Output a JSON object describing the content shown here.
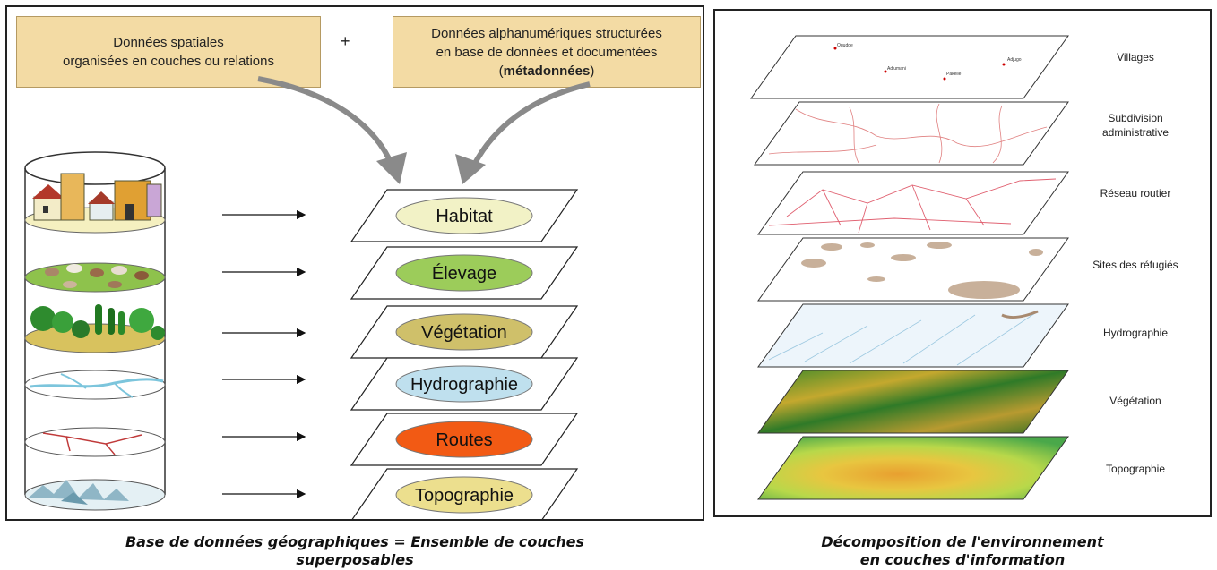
{
  "left": {
    "box_spatial": {
      "line1": "Données spatiales",
      "line2": "organisées en couches ou relations"
    },
    "plus": "+",
    "box_alpha": {
      "line1": "Données alphanumériques structurées",
      "line2": "en base de données et documentées",
      "line3_open": "(",
      "line3_bold": "métadonnées",
      "line3_close": ")"
    },
    "layers": [
      {
        "label": "Habitat",
        "color": "#f2f2c6"
      },
      {
        "label": "Élevage",
        "color": "#9ccc5a"
      },
      {
        "label": "Végétation",
        "color": "#cfc06a"
      },
      {
        "label": "Hydrographie",
        "color": "#bfe0ee"
      },
      {
        "label": "Routes",
        "color": "#f25a14"
      },
      {
        "label": "Topographie",
        "color": "#ecdf8e"
      }
    ],
    "caption_line1": "Base de données géographiques = Ensemble de couches",
    "caption_line2": "superposables"
  },
  "right": {
    "layers": [
      {
        "label_line1": "Villages",
        "label_line2": ""
      },
      {
        "label_line1": "Subdivision",
        "label_line2": "administrative"
      },
      {
        "label_line1": "Réseau routier",
        "label_line2": ""
      },
      {
        "label_line1": "Sites des réfugiés",
        "label_line2": ""
      },
      {
        "label_line1": "Hydrographie",
        "label_line2": ""
      },
      {
        "label_line1": "Végétation",
        "label_line2": ""
      },
      {
        "label_line1": "Topographie",
        "label_line2": ""
      }
    ],
    "village_names": [
      "Ogudde",
      "Adjumani",
      "Pakelle",
      "Adjugo"
    ],
    "caption_line1": "Décomposition de l'environnement",
    "caption_line2": "en couches d'information"
  }
}
